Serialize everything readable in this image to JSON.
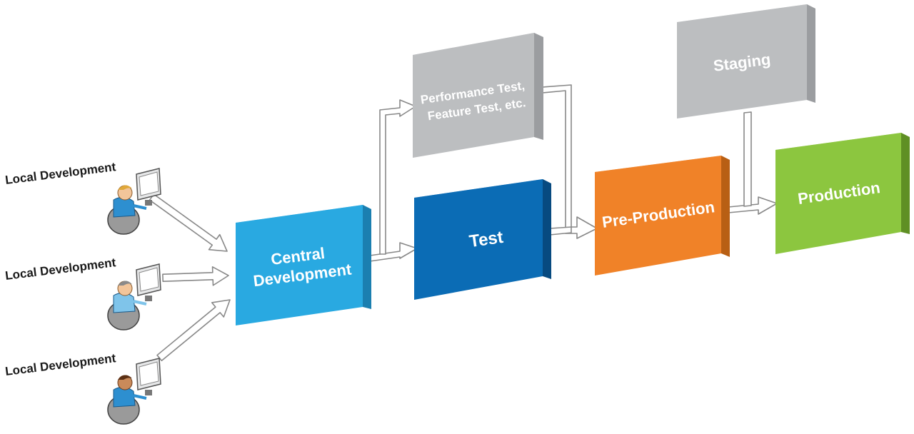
{
  "developers": [
    {
      "label": "Local Development"
    },
    {
      "label": "Local Development"
    },
    {
      "label": "Local Development"
    }
  ],
  "stages": {
    "central": {
      "line1": "Central",
      "line2": "Development",
      "color": "#29a9e1"
    },
    "test": {
      "label": "Test",
      "color": "#0b6cb5"
    },
    "perf": {
      "line1": "Performance Test,",
      "line2": "Feature Test, etc.",
      "color": "#bcbec0"
    },
    "preprod": {
      "label": "Pre-Production",
      "color": "#f08228"
    },
    "staging": {
      "label": "Staging",
      "color": "#bcbec0"
    },
    "production": {
      "label": "Production",
      "color": "#8cc63f"
    }
  },
  "icons": [
    "developer-workstation-icon",
    "arrow-icon"
  ]
}
